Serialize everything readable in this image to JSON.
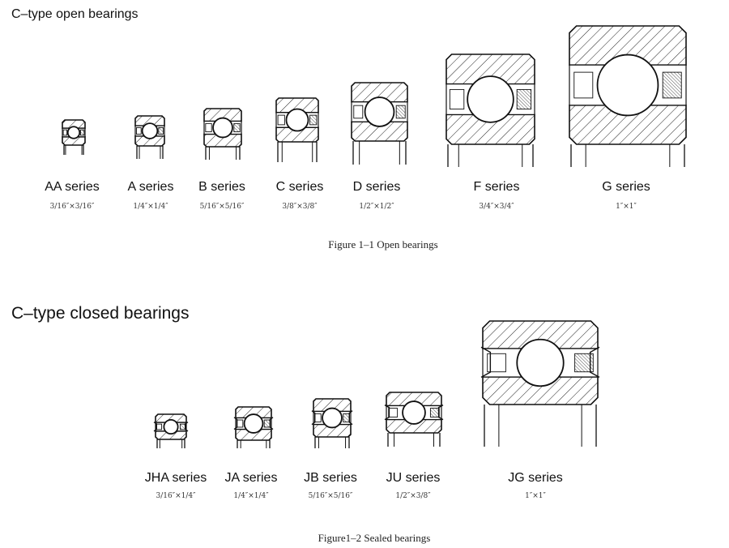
{
  "sections": [
    {
      "title": "C–type open bearings",
      "caption": "Figure 1–1 Open bearings",
      "bearings": [
        {
          "series": "AA series",
          "size": "3/16″×3/16″",
          "sealed": false
        },
        {
          "series": "A series",
          "size": "1/4″×1/4″",
          "sealed": false
        },
        {
          "series": "B series",
          "size": "5/16″×5/16″",
          "sealed": false
        },
        {
          "series": "C series",
          "size": "3/8″×3/8″",
          "sealed": false
        },
        {
          "series": "D series",
          "size": "1/2″×1/2″",
          "sealed": false
        },
        {
          "series": "F series",
          "size": "3/4″×3/4″",
          "sealed": false
        },
        {
          "series": "G series",
          "size": "1″×1″",
          "sealed": false
        }
      ]
    },
    {
      "title": "C–type closed bearings",
      "caption": "Figure1–2 Sealed bearings",
      "bearings": [
        {
          "series": "JHA series",
          "size": "3/16″×1/4″",
          "sealed": true
        },
        {
          "series": "JA series",
          "size": "1/4″×1/4″",
          "sealed": true
        },
        {
          "series": "JB series",
          "size": "5/16″×5/16″",
          "sealed": true
        },
        {
          "series": "JU series",
          "size": "1/2″×3/8″",
          "sealed": true
        },
        {
          "series": "JG series",
          "size": "1″×1″",
          "sealed": true
        }
      ]
    }
  ]
}
